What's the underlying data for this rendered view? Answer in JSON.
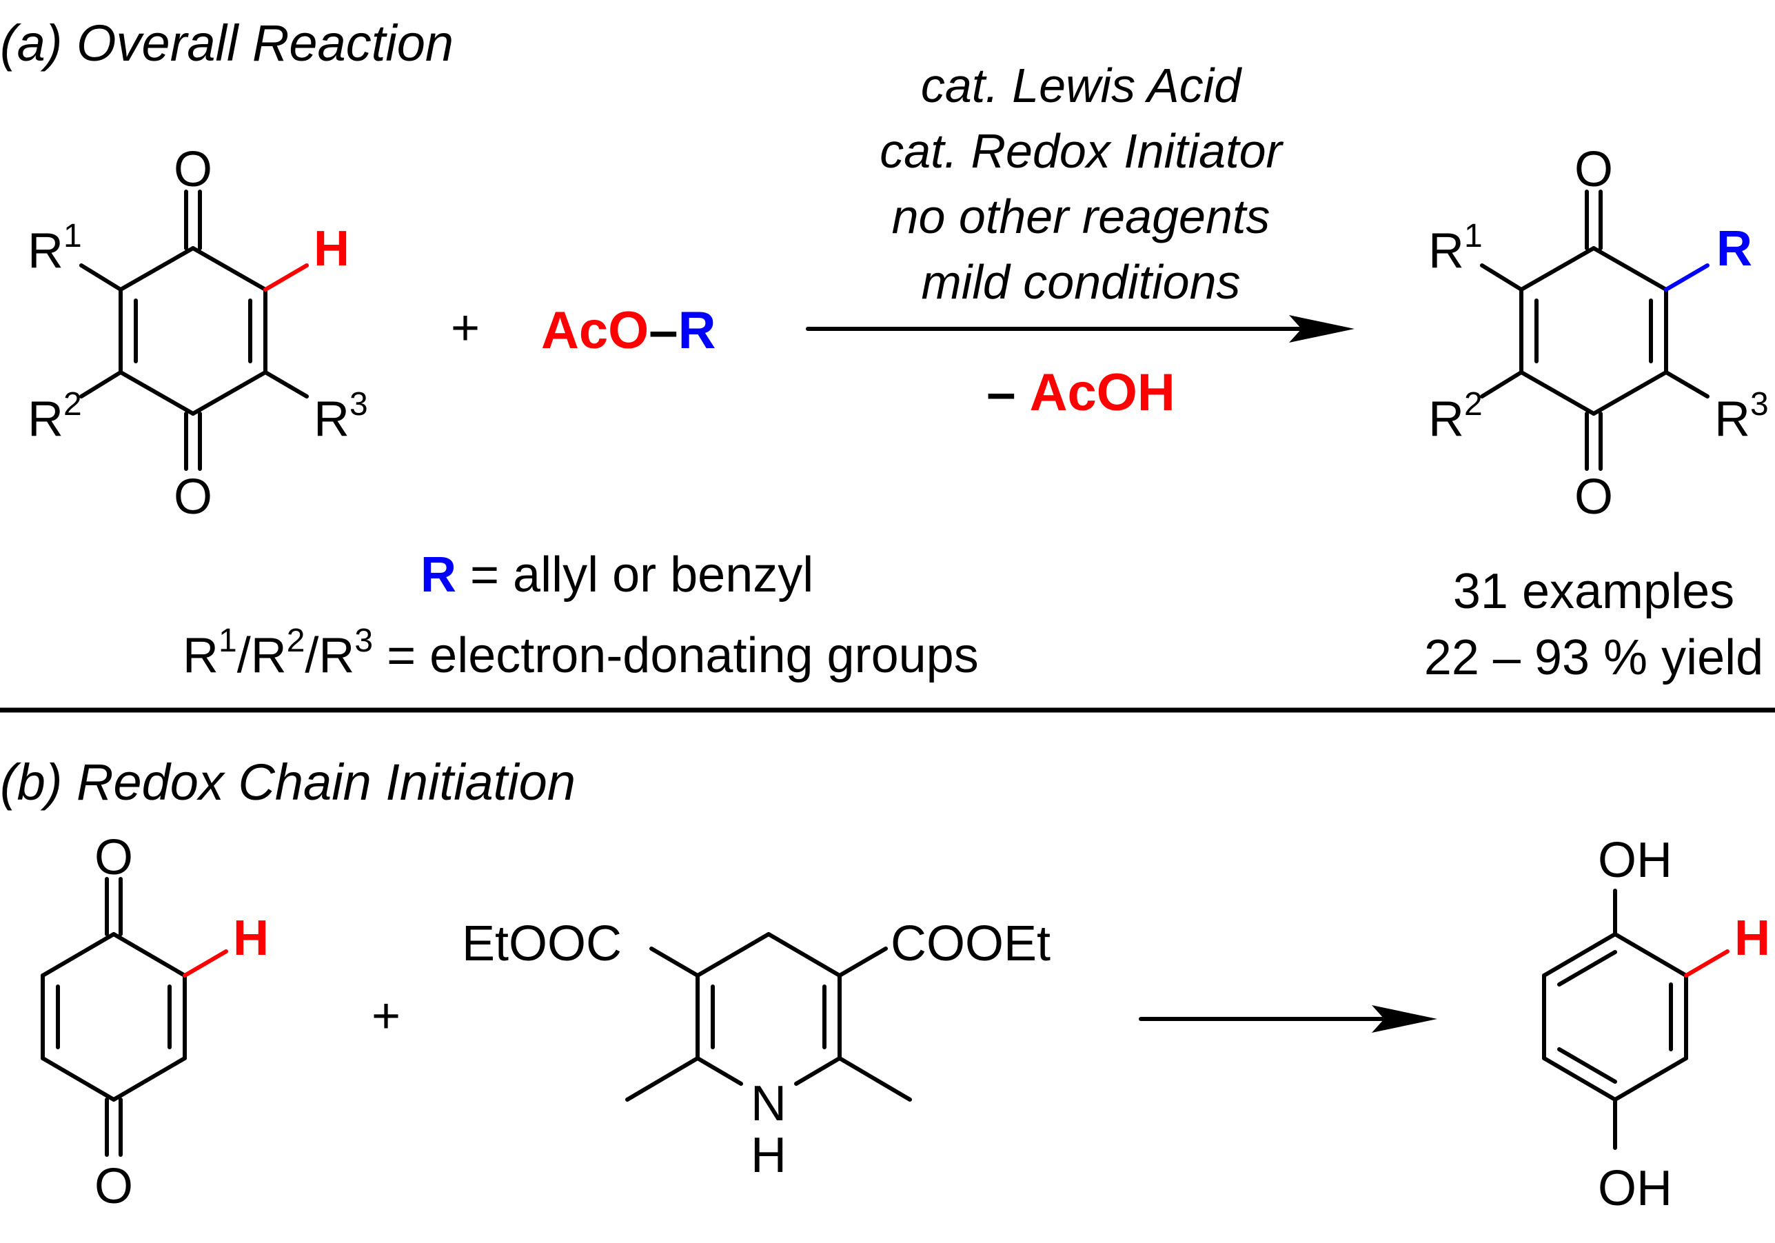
{
  "colors": {
    "text": "#000000",
    "red": "#ff0000",
    "blue": "#0000ff"
  },
  "panel_a": {
    "heading": "(a) Overall Reaction",
    "atoms": {
      "O": "O",
      "H": "H",
      "R": "R",
      "plus": "+",
      "R1_R": "R",
      "R1_n": "1",
      "R2_R": "R",
      "R2_n": "2",
      "R3_R": "R",
      "R3_n": "3"
    },
    "reagent": {
      "aco": "AcO",
      "dash": "–",
      "r": "R"
    },
    "conditions": [
      "cat. Lewis Acid",
      "cat. Redox Initiator",
      "no other reagents",
      "mild conditions"
    ],
    "byproduct": {
      "minus": "–",
      "name": "AcOH"
    },
    "footnotes": {
      "r_label": "R",
      "r_def": " = allyl or benzyl",
      "rgroups": {
        "r1": "R",
        "n1": "1",
        "s1": "/R",
        "n2": "2",
        "s2": "/R",
        "n3": "3",
        "rest": " = electron-donating groups"
      }
    },
    "results": {
      "examples": "31 examples",
      "yield": "22 – 93 % yield"
    }
  },
  "panel_b": {
    "heading": "(b) Redox Chain Initiation",
    "atoms": {
      "O": "O",
      "H": "H",
      "plus": "+",
      "OH": "OH",
      "N": "N",
      "NH_H": "H"
    },
    "hantzsch": {
      "left_ester": "EtOOC",
      "right_ester": "COOEt"
    }
  }
}
